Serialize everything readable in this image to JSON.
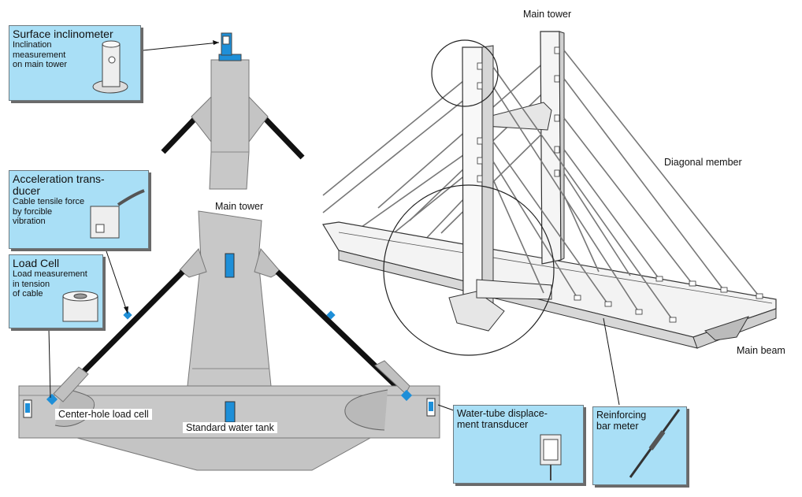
{
  "callouts": {
    "surface_inclinometer": {
      "title": "Surface inclinometer",
      "desc": [
        "Inclination",
        "measurement",
        "on main tower"
      ]
    },
    "acceleration_transducer": {
      "title": [
        "Acceleration trans-",
        "ducer"
      ],
      "desc": [
        "Cable tensile force",
        "by forcible",
        "vibration"
      ]
    },
    "load_cell": {
      "title": "Load Cell",
      "desc": [
        "Load measurement",
        "in tension",
        "of cable"
      ]
    },
    "water_tube": {
      "title": [
        "Water-tube displace-",
        "ment transducer"
      ]
    },
    "reinforcing_bar": {
      "title": [
        "Reinforcing",
        "bar meter"
      ]
    }
  },
  "labels": {
    "main_tower_left": "Main tower",
    "center_hole_load_cell": "Center-hole load cell",
    "standard_water_tank": "Standard water tank",
    "main_tower_right": "Main tower",
    "diagonal_member": "Diagonal member",
    "main_beam": "Main beam"
  },
  "colors": {
    "callout_bg": "#a9dff6",
    "concrete": "#c8c8c8",
    "sensor": "#1e8fd8"
  }
}
